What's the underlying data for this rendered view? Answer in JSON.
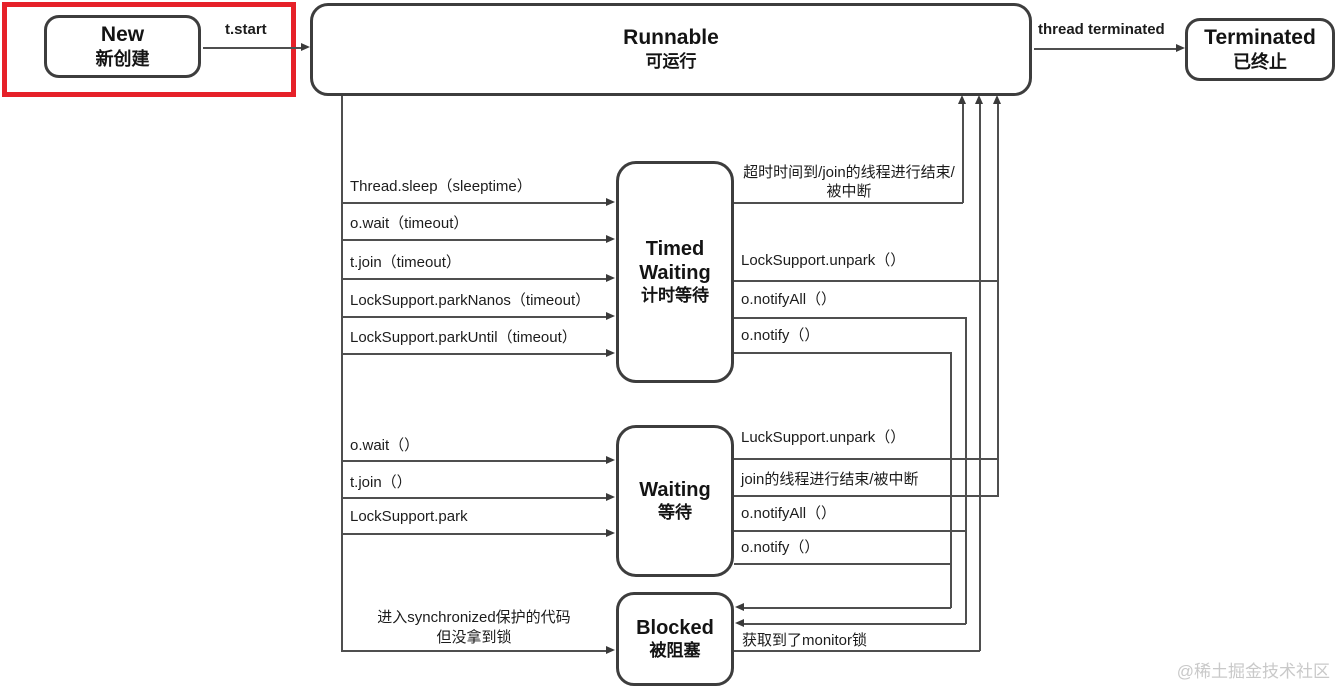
{
  "diagram": {
    "title_hint": "Java thread state transition diagram",
    "watermark": "@稀土掘金技术社区",
    "colors": {
      "background": "#ffffff",
      "line": "#4f4f4f",
      "box_border": "#3d3d3d",
      "highlight_box": "#e62129",
      "text": "#1a1a1a",
      "watermark_text": "#c9c9c9"
    },
    "nodes": {
      "new": {
        "title": "New",
        "subtitle": "新创建"
      },
      "runnable": {
        "title": "Runnable",
        "subtitle": "可运行"
      },
      "terminated": {
        "title": "Terminated",
        "subtitle": "已终止"
      },
      "timed_waiting": {
        "title": "Timed Waiting",
        "subtitle": "计时等待"
      },
      "waiting": {
        "title": "Waiting",
        "subtitle": "等待"
      },
      "blocked": {
        "title": "Blocked",
        "subtitle": "被阻塞"
      }
    },
    "edges": {
      "new_to_runnable": "t.start",
      "runnable_to_terminated": "thread terminated",
      "runnable_to_timed_waiting": [
        "Thread.sleep（sleeptime）",
        "o.wait（timeout）",
        "t.join（timeout）",
        "LockSupport.parkNanos（timeout）",
        "LockSupport.parkUntil（timeout）"
      ],
      "runnable_to_waiting": [
        "o.wait（）",
        "t.join（）",
        "LockSupport.park"
      ],
      "runnable_to_blocked_line1": "进入synchronized保护的代码",
      "runnable_to_blocked_line2": "但没拿到锁",
      "timed_waiting_to_runnable_timeout_line1": "超时时间到/join的线程进行结束/",
      "timed_waiting_to_runnable_timeout_line2": "被中断",
      "timed_waiting_to_runnable_unpark": "LockSupport.unpark（）",
      "timed_waiting_notify_all": "o.notifyAll（）",
      "timed_waiting_notify": "o.notify（）",
      "waiting_to_runnable_unpark": "LuckSupport.unpark（）",
      "waiting_to_runnable_join": "join的线程进行结束/被中断",
      "waiting_notify_all": "o.notifyAll（）",
      "waiting_notify": "o.notify（）",
      "blocked_to_runnable": "获取到了monitor锁"
    }
  }
}
